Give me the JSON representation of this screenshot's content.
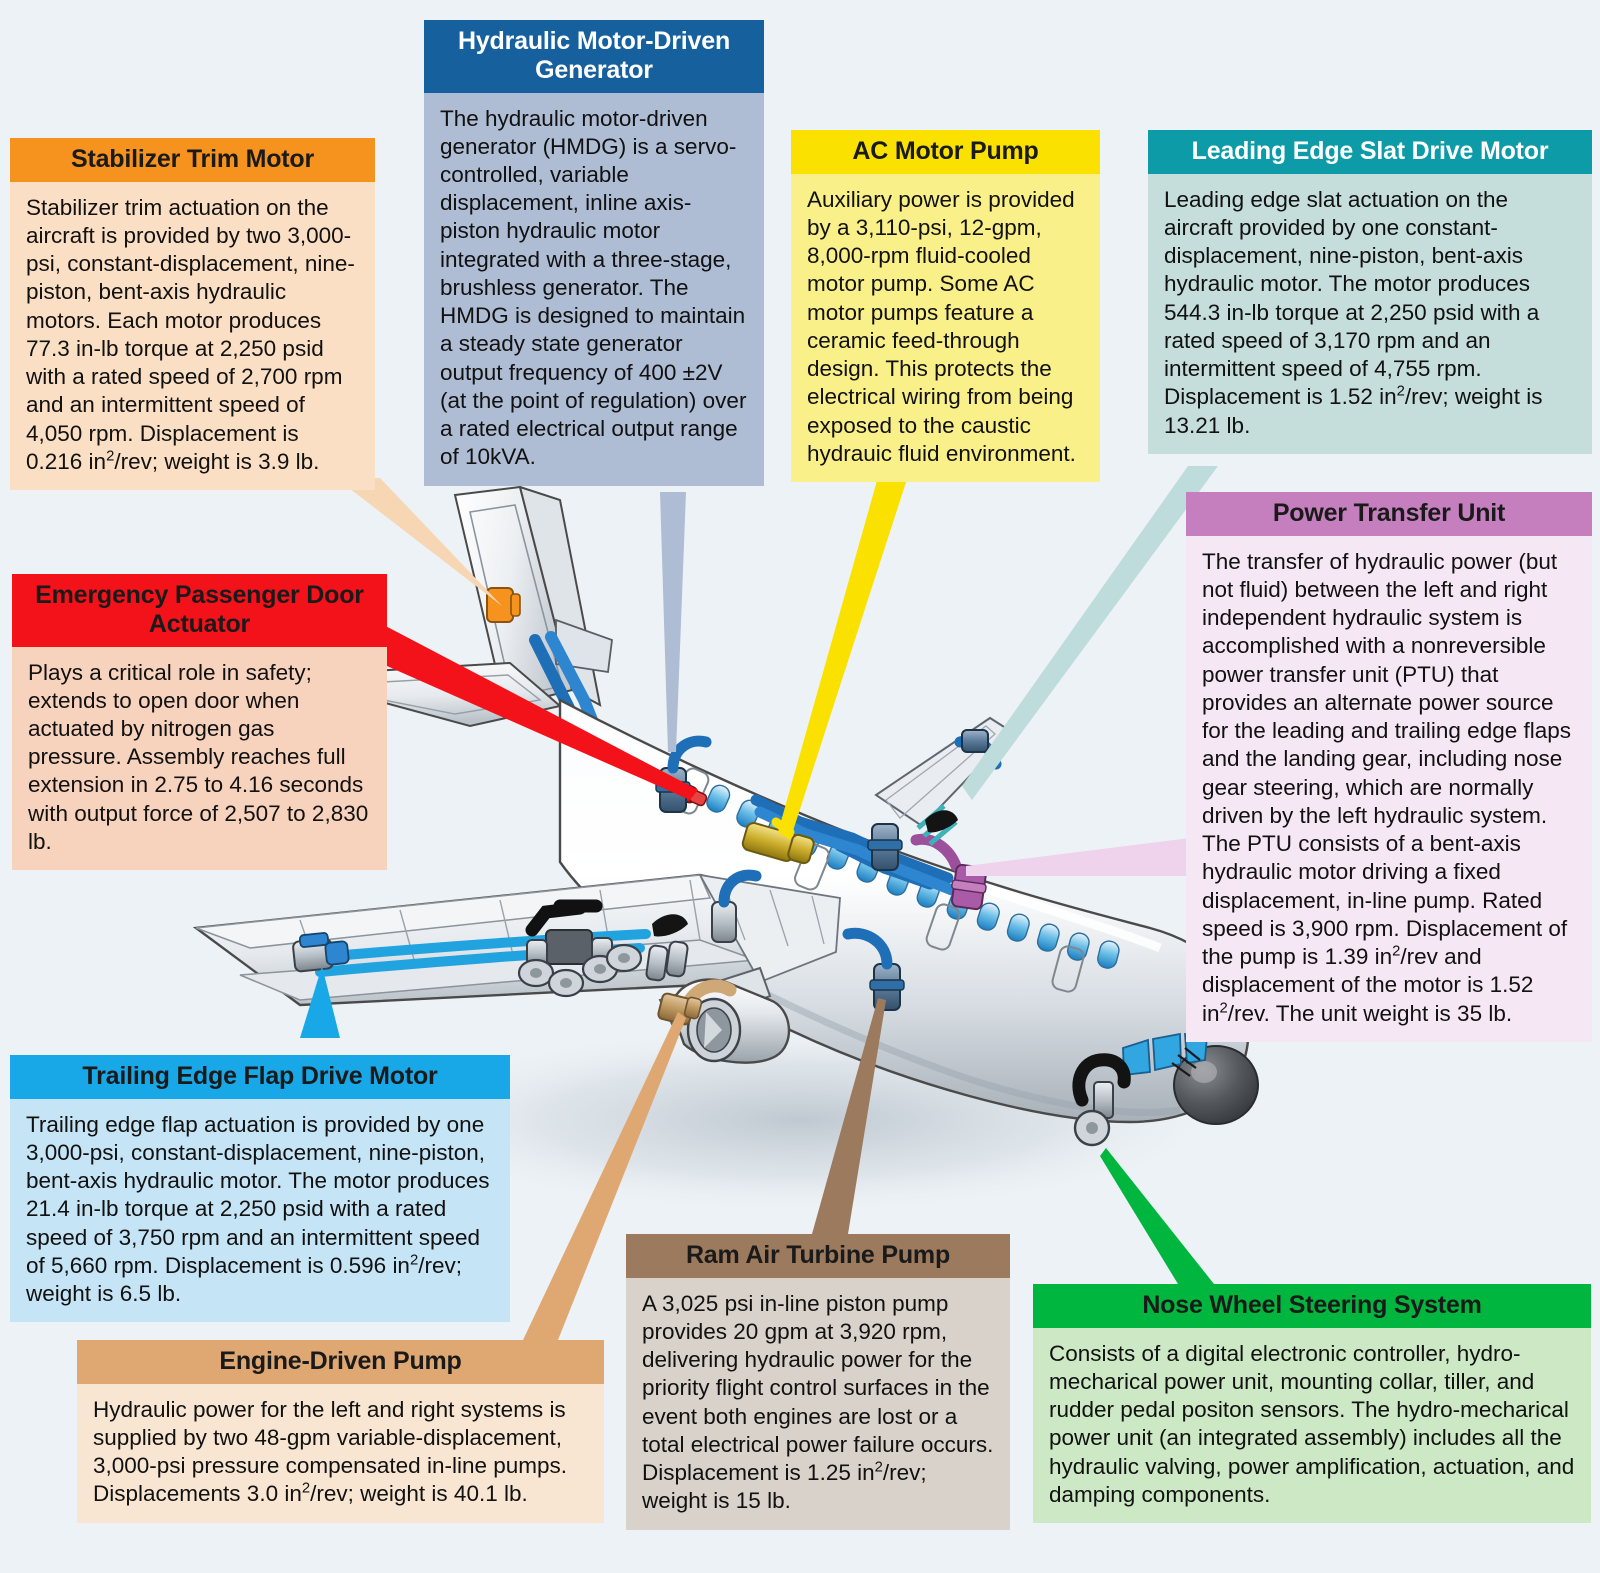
{
  "background_color": "#edf2f6",
  "diagram": {
    "subject": "commercial-aircraft-hydraulic-systems",
    "aircraft_label": "twin-engine narrow-body airliner cutaway"
  },
  "callouts": [
    {
      "id": "stabilizer-trim-motor",
      "title": "Stabilizer Trim Motor",
      "header_color": "#F6921E",
      "body_color": "#FBDFC4",
      "title_text_color": "#1a1a1a",
      "body": "Stabilizer trim actuation on the aircraft is provided by two 3,000-psi, constant-displacement, nine-piston, bent-axis hydraulic motors. Each motor produces 77.3 in-lb torque at 2,250 psid with a rated speed of 2,700 rpm and an intermittent speed of 4,050 rpm. Displacement is 0.216 in²/rev; weight is 3.9 lb."
    },
    {
      "id": "hydraulic-motor-driven-generator",
      "title": "Hydraulic Motor-Driven Generator",
      "header_color": "#16609E",
      "body_color": "#AEBCD4",
      "title_text_color": "#ffffff",
      "body": "The hydraulic motor-driven generator (HMDG) is a servo-controlled, variable displacement, inline axis-piston hydraulic motor integrated with a three-stage, brushless generator. The HMDG is designed to maintain a steady state generator output frequency of 400 ±2V (at the point of regulation) over a rated electrical output range of 10kVA."
    },
    {
      "id": "ac-motor-pump",
      "title": "AC Motor Pump",
      "header_color": "#FAE100",
      "body_color": "#FAF089",
      "title_text_color": "#1a1a1a",
      "body": "Auxiliary power is provided by a 3,110-psi, 12-gpm, 8,000-rpm fluid-cooled motor pump. Some AC motor pumps feature a ceramic feed-through design. This protects the electrical wiring from being exposed to the caustic hydrauic fluid environment."
    },
    {
      "id": "leading-edge-slat-drive-motor",
      "title": "Leading Edge Slat Drive Motor",
      "header_color": "#0E9BA8",
      "body_color": "#C5DDDB",
      "title_text_color": "#ffffff",
      "body": "Leading edge slat actuation on the aircraft provided by one constant-displacement, nine-piston, bent-axis hydraulic motor. The motor produces 544.3 in-lb torque at 2,250 psid with a rated speed of 3,170 rpm and an intermittent speed of 4,755 rpm. Displacement is 1.52 in²/rev; weight is 13.21 lb."
    },
    {
      "id": "power-transfer-unit",
      "title": "Power Transfer Unit",
      "header_color": "#C57FBE",
      "body_color": "#F6E7F4",
      "title_text_color": "#1a1a1a",
      "body": "The transfer of hydraulic power (but not fluid) between the left and right independent hydraulic system is accomplished with a nonreversible power transfer unit (PTU) that provides an alternate power source for the leading and trailing edge flaps and the landing gear, including nose gear steering, which are normally driven by the left hydraulic system. The PTU consists of a bent-axis hydraulic motor driving a fixed displacement, in-line pump. Rated speed is 3,900 rpm. Displacement of the pump is 1.39 in²/rev and displacement of the motor is 1.52 in²/rev. The unit weight is 35 lb."
    },
    {
      "id": "emergency-passenger-door-actuator",
      "title": "Emergency Passenger Door Actuator",
      "header_color": "#F4121A",
      "body_color": "#F7D3BE",
      "title_text_color": "#1a1a1a",
      "body": "Plays a critical role in safety; extends to open door when actuated by nitrogen gas pressure. Assembly reaches full extension in 2.75 to 4.16 seconds with output force of 2,507 to 2,830 lb."
    },
    {
      "id": "trailing-edge-flap-drive-motor",
      "title": "Trailing Edge Flap Drive Motor",
      "header_color": "#18A8E8",
      "body_color": "#C5E4F5",
      "title_text_color": "#1a1a1a",
      "body": "Trailing edge flap actuation is provided by one 3,000-psi, constant-displacement, nine-piston, bent-axis hydraulic motor. The motor produces 21.4 in-lb torque at 2,250 psid with a rated speed of 3,750 rpm and an intermittent speed of 5,660 rpm. Displacement is 0.596 in²/rev; weight is 6.5 lb."
    },
    {
      "id": "engine-driven-pump",
      "title": "Engine-Driven Pump",
      "header_color": "#DFA872",
      "body_color": "#F8E6D3",
      "title_text_color": "#1a1a1a",
      "body": "Hydraulic power for the left and right systems is supplied by two 48-gpm variable-displacement, 3,000-psi pressure compensated in-line pumps. Displacements 3.0 in²/rev; weight is 40.1 lb."
    },
    {
      "id": "ram-air-turbine-pump",
      "title": "Ram Air Turbine Pump",
      "header_color": "#9C7A5E",
      "body_color": "#D8D2CA",
      "title_text_color": "#1a1a1a",
      "body": "A 3,025 psi in-line piston pump provides 20 gpm at 3,920 rpm, delivering hydraulic power for the priority flight control surfaces in the event both engines are lost or a total electrical power failure occurs. Displacement is 1.25 in²/rev; weight is 15 lb."
    },
    {
      "id": "nose-wheel-steering-system",
      "title": "Nose Wheel Steering System",
      "header_color": "#00B63E",
      "body_color": "#CDE8C5",
      "title_text_color": "#1a1a1a",
      "body": "Consists of a digital electronic controller, hydro-mecharical power unit, mounting collar, tiller, and rudder pedal positon sensors. The hydro-mecharical power unit (an integrated assembly) includes all the hydraulic valving, power amplification, actuation, and damping components."
    }
  ]
}
